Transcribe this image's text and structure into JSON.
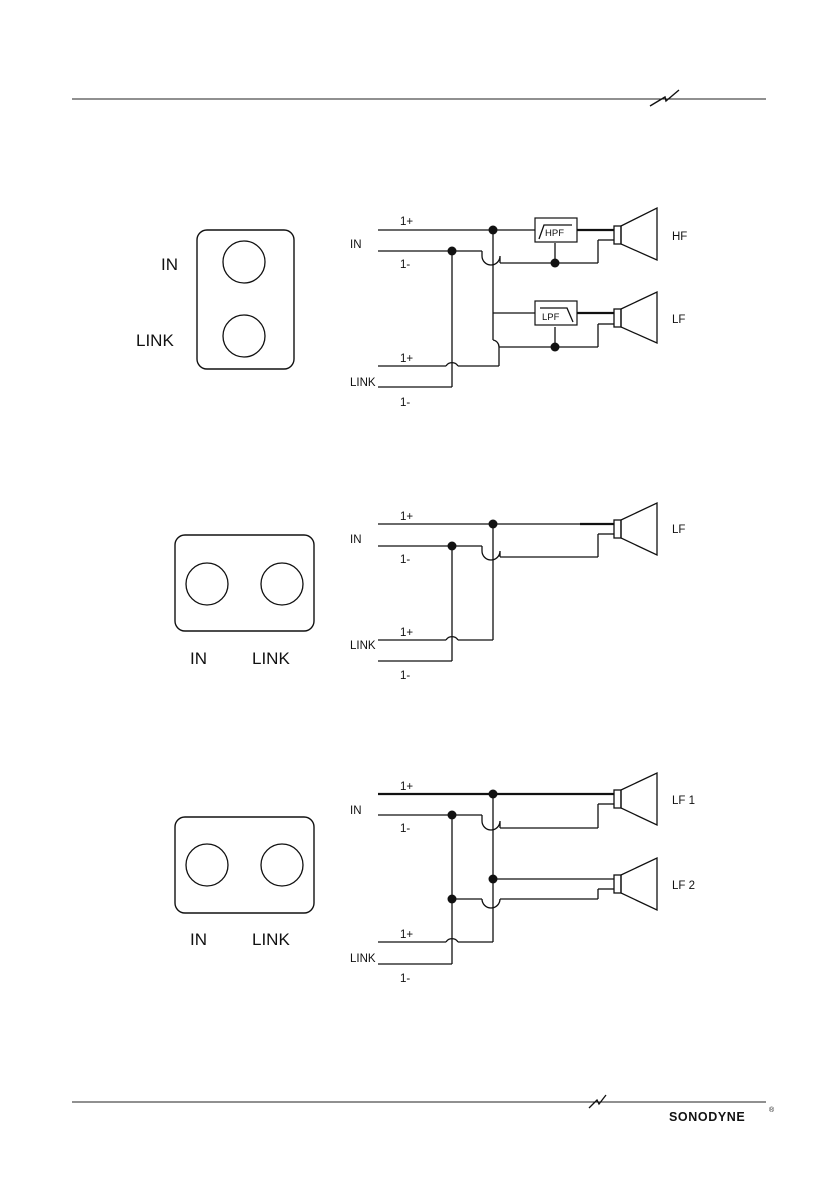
{
  "brand": {
    "name": "SONODYNE",
    "mark": "®"
  },
  "diagram_1": {
    "connector_labels": [
      "IN",
      "LINK"
    ],
    "schematic_labels": {
      "in": "IN",
      "link": "LINK",
      "in_plus": "1+",
      "in_minus": "1-",
      "link_plus": "1+",
      "link_minus": "1-"
    },
    "filters": [
      "HPF",
      "LPF"
    ],
    "drivers": [
      "HF",
      "LF"
    ]
  },
  "diagram_2": {
    "connector_labels": [
      "IN",
      "LINK"
    ],
    "schematic_labels": {
      "in": "IN",
      "link": "LINK",
      "in_plus": "1+",
      "in_minus": "1-",
      "link_plus": "1+",
      "link_minus": "1-"
    },
    "drivers": [
      "LF"
    ]
  },
  "diagram_3": {
    "connector_labels": [
      "IN",
      "LINK"
    ],
    "schematic_labels": {
      "in": "IN",
      "link": "LINK",
      "in_plus": "1+",
      "in_minus": "1-",
      "link_plus": "1+",
      "link_minus": "1-"
    },
    "drivers": [
      "LF 1",
      "LF 2"
    ]
  }
}
